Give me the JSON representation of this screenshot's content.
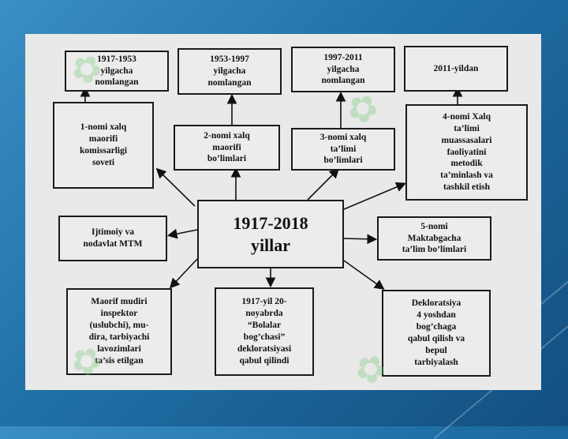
{
  "diagram": {
    "center": "1917-2018\nyillar",
    "top_row": [
      "1917-1953\nyilgacha\nnomlangan",
      "1953-1997\nyilgacha\nnomlangan",
      "1997-2011\nyilgacha\nnomlangan",
      "2011-yildan"
    ],
    "second_row": [
      "1-nomi xalq\nmaorifi\nkomissarligi\nsoveti",
      "2-nomi xalq\nmaorifi\nbo’limlari",
      "3-nomi xalq\nta’limi\nbo’limlari",
      "4-nomi Xalq\nta’limi\nmuassasalari\nfaoliyatini\nmetodik\nta’minlash va\ntashkil etish"
    ],
    "left_middle": "Ijtimoiy va\nnodavlat MTM",
    "right_middle": "5-nomi\nMaktabgacha\nta’lim bo’limlari",
    "bottom_row": [
      "Maorif mudiri\ninspektor\n(uslubchi), mu-\ndira, tarbiyachi\nlavozimlari\nta’sis etilgan",
      "1917-yil 20-\nnoyabrda\n“Bolalar\nbog’chasi”\ndekloratsiyasi\nqabul qilindi",
      "Dekloratsiya\n4 yoshdan\nbog’chaga\nqabul qilish va\nbepul\ntarbiyalash"
    ]
  }
}
